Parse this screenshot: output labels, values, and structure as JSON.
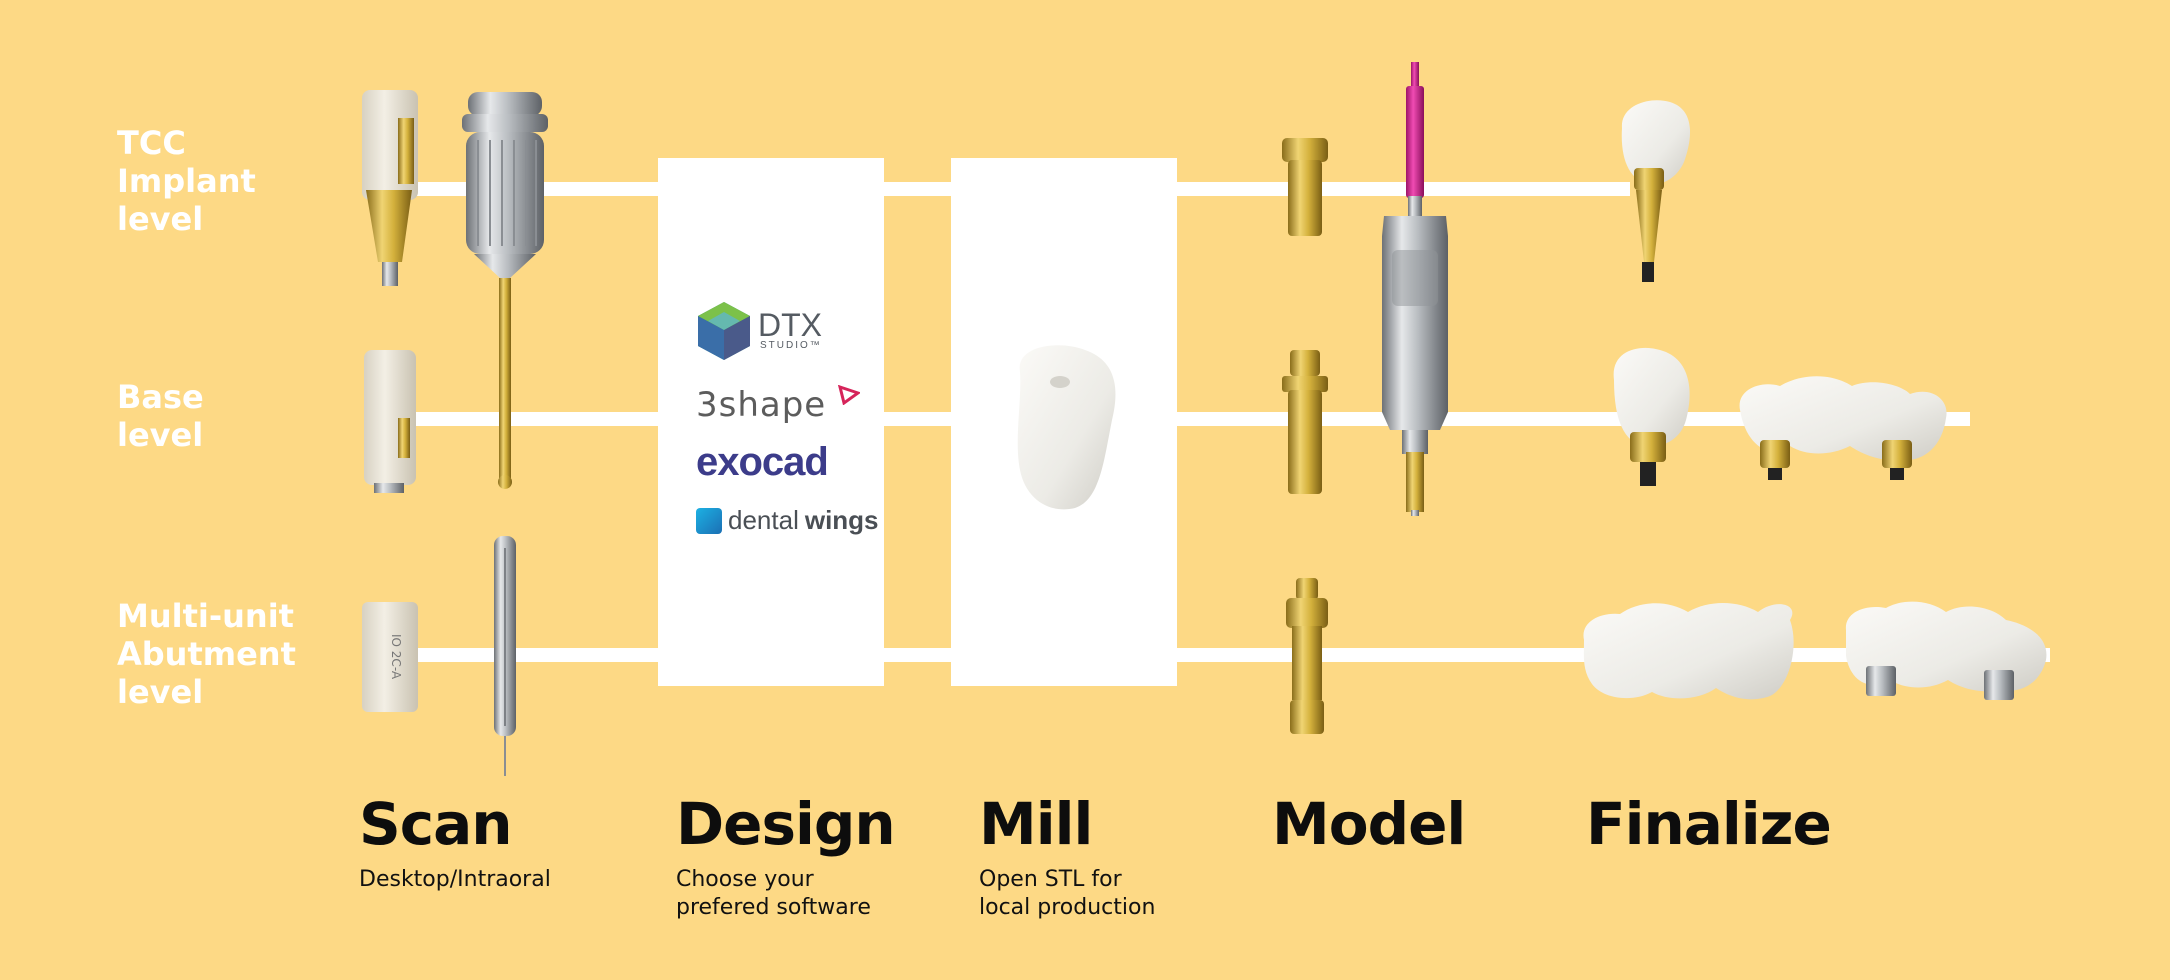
{
  "rows": [
    {
      "label": "TCC\nImplant\nlevel"
    },
    {
      "label": "Base\nlevel"
    },
    {
      "label": "Multi-unit\nAbutment\nlevel"
    }
  ],
  "stages": [
    {
      "title": "Scan",
      "subtitle": "Desktop/Intraoral"
    },
    {
      "title": "Design",
      "subtitle": "Choose your\nprefered software"
    },
    {
      "title": "Mill",
      "subtitle": "Open STL for\nlocal production"
    },
    {
      "title": "Model",
      "subtitle": ""
    },
    {
      "title": "Finalize",
      "subtitle": ""
    }
  ],
  "software_logos": {
    "dtx_name": "DTX",
    "dtx_sub": "STUDIO™",
    "threeshape": "3shape",
    "exocad": "exocad",
    "dentalwings_a": "dental",
    "dentalwings_b": "wings"
  },
  "scanbody_engraving": "IO 2C-A",
  "colors": {
    "background": "#FDD985",
    "white": "#FFFFFF",
    "gold": "#D4B13C",
    "steel": "#B8BCC0",
    "magenta": "#E0249A",
    "ceramic": "#EEEDEA"
  }
}
